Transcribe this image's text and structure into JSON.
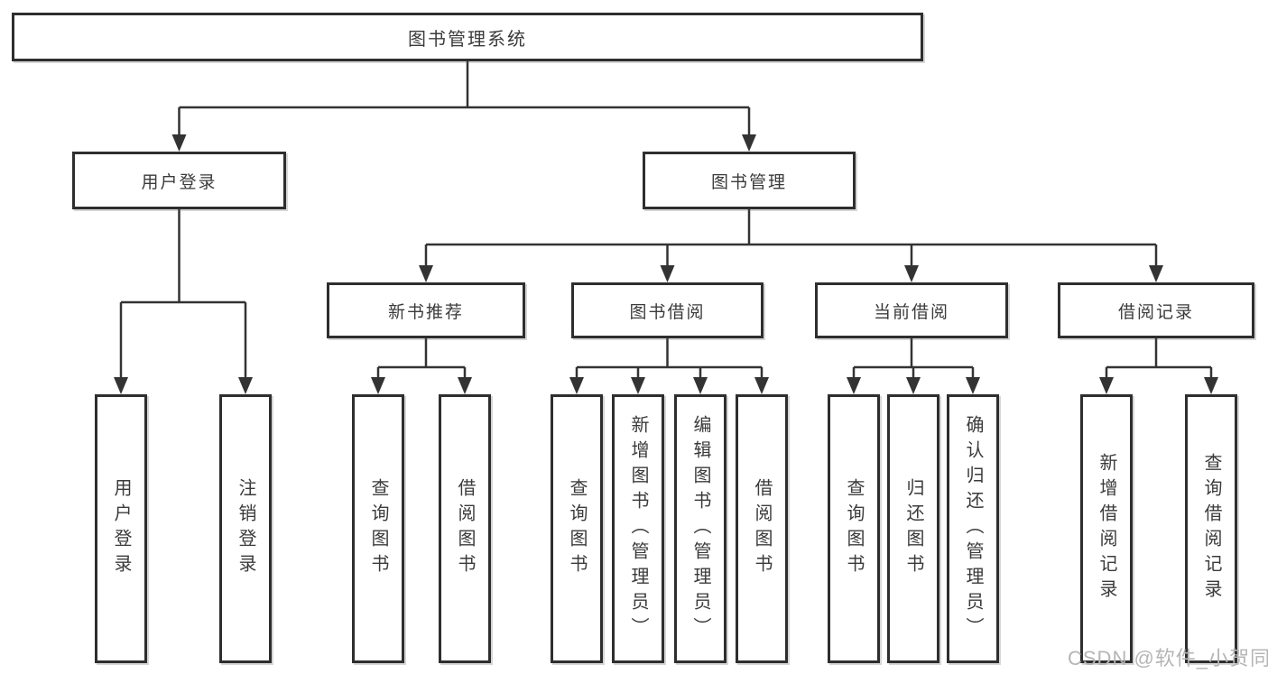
{
  "nodes": {
    "root": "图书管理系统",
    "level2": [
      "用户登录",
      "图书管理"
    ],
    "level3": [
      "新书推荐",
      "图书借阅",
      "当前借阅",
      "借阅记录"
    ],
    "leaves_user": [
      "用户登录",
      "注销登录"
    ],
    "leaves_newbook": [
      "查询图书",
      "借阅图书"
    ],
    "leaves_borrow": [
      "查询图书",
      "新增图书（管理员）",
      "编辑图书（管理员）",
      "借阅图书"
    ],
    "leaves_current": [
      "查询图书",
      "归还图书",
      "确认归还（管理员）"
    ],
    "leaves_record": [
      "新增借阅记录",
      "查询借阅记录"
    ]
  },
  "watermark": "CSDN @软件_小贺同学",
  "colors": {
    "line": "#333333",
    "box_border": "#2e2e2e",
    "text": "#3b3b3b",
    "watermark": "#b5b5b5"
  }
}
